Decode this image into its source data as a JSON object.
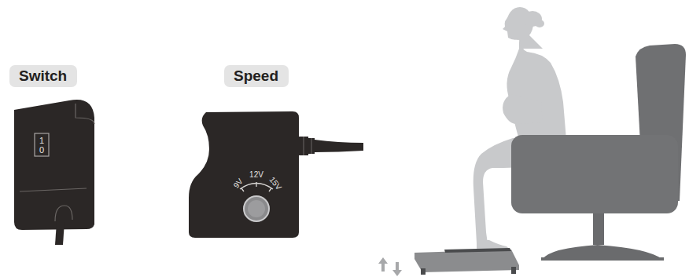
{
  "diagram": {
    "nodes": [
      {
        "text": [
          "Switch"
        ]
      },
      {
        "text": [
          "Speed"
        ]
      }
    ],
    "labels": [
      "1",
      "0",
      "9V",
      "12V",
      "15V"
    ]
  }
}
